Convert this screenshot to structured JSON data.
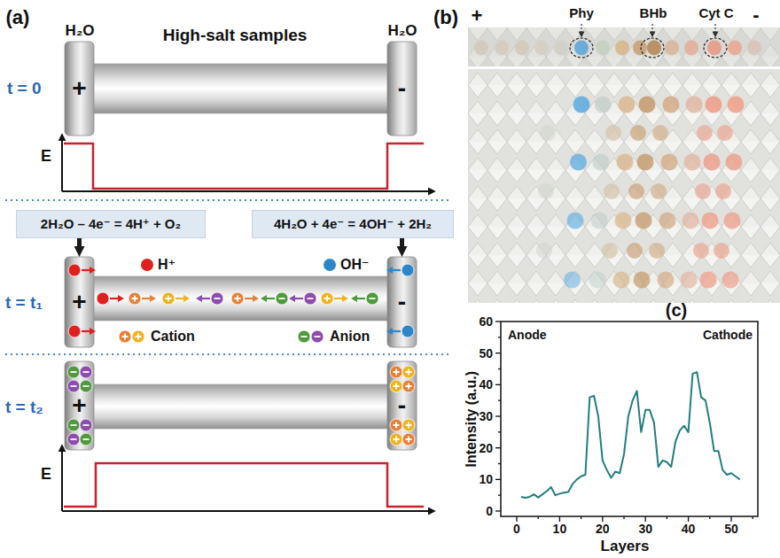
{
  "diagram": {
    "nodes": [
      {
        "text": [
          "+"
        ]
      },
      {
        "text": [
          "-"
        ]
      },
      {
        "text": [
          "2H₂O – 4e⁻ = 4H⁺ + O₂"
        ]
      },
      {
        "text": [
          "4H₂O + 4e⁻ = 4OH⁻ + 2H₂"
        ]
      },
      {
        "text": [
          "+"
        ]
      },
      {
        "text": [
          "-"
        ]
      },
      {
        "text": [
          "+"
        ]
      },
      {
        "text": [
          "-"
        ]
      }
    ],
    "edges": [
      {
        "from": 2,
        "to": 4,
        "arrow": "to"
      },
      {
        "from": 3,
        "to": 5,
        "arrow": "to"
      }
    ],
    "labels": [
      "(a)",
      "H₂O",
      "High-salt samples",
      "H₂O",
      "t = 0",
      "E",
      "t = t₁",
      "t = t₂",
      "E",
      "(b)",
      "+",
      "Phy",
      "BHb",
      "Cyt C",
      "-",
      "(c)",
      "Anode",
      "Cathode",
      "Intensity (a.u.)",
      "Layers",
      "0",
      "10",
      "20",
      "30",
      "40",
      "50",
      "60",
      "0",
      "10",
      "20",
      "30",
      "40",
      "50"
    ],
    "legend": [
      {
        "text": "H⁺",
        "color": "#e0201f"
      },
      {
        "text": "OH⁻",
        "color": "#2e86c8"
      },
      {
        "text": "Cation"
      },
      {
        "text": "Anion"
      }
    ]
  }
}
